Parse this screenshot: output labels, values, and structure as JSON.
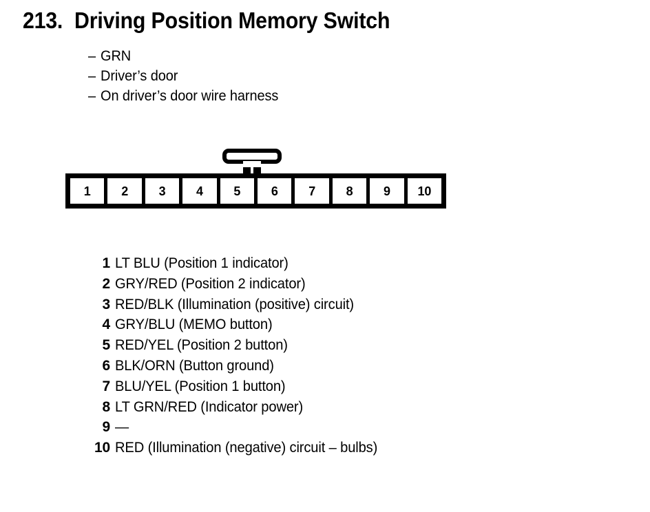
{
  "document": {
    "background_color": "#ffffff",
    "ink_color": "#000000"
  },
  "header": {
    "number": "213.",
    "title": "Driving Position Memory Switch",
    "bullet_marker": "–",
    "bullets": [
      "GRN",
      "Driver’s door",
      "On driver’s door wire harness"
    ]
  },
  "connector": {
    "type": "10-pin inline connector",
    "has_latch_tab": true,
    "latch_tab_position": "top center between pins 5 and 6",
    "pin_count": 10,
    "pin_labels": [
      "1",
      "2",
      "3",
      "4",
      "5",
      "6",
      "7",
      "8",
      "9",
      "10"
    ]
  },
  "pinout": {
    "rows": [
      {
        "pin": "1",
        "desc": "LT BLU (Position 1 indicator)"
      },
      {
        "pin": "2",
        "desc": "GRY/RED (Position 2 indicator)"
      },
      {
        "pin": "3",
        "desc": "RED/BLK (Illumination (positive) circuit)"
      },
      {
        "pin": "4",
        "desc": "GRY/BLU (MEMO button)"
      },
      {
        "pin": "5",
        "desc": "RED/YEL (Position 2 button)"
      },
      {
        "pin": "6",
        "desc": "BLK/ORN (Button ground)"
      },
      {
        "pin": "7",
        "desc": "BLU/YEL (Position 1 button)"
      },
      {
        "pin": "8",
        "desc": "LT GRN/RED (Indicator power)"
      },
      {
        "pin": "9",
        "desc": "—"
      },
      {
        "pin": "10",
        "desc": "RED (Illumination (negative) circuit – bulbs)"
      }
    ]
  }
}
